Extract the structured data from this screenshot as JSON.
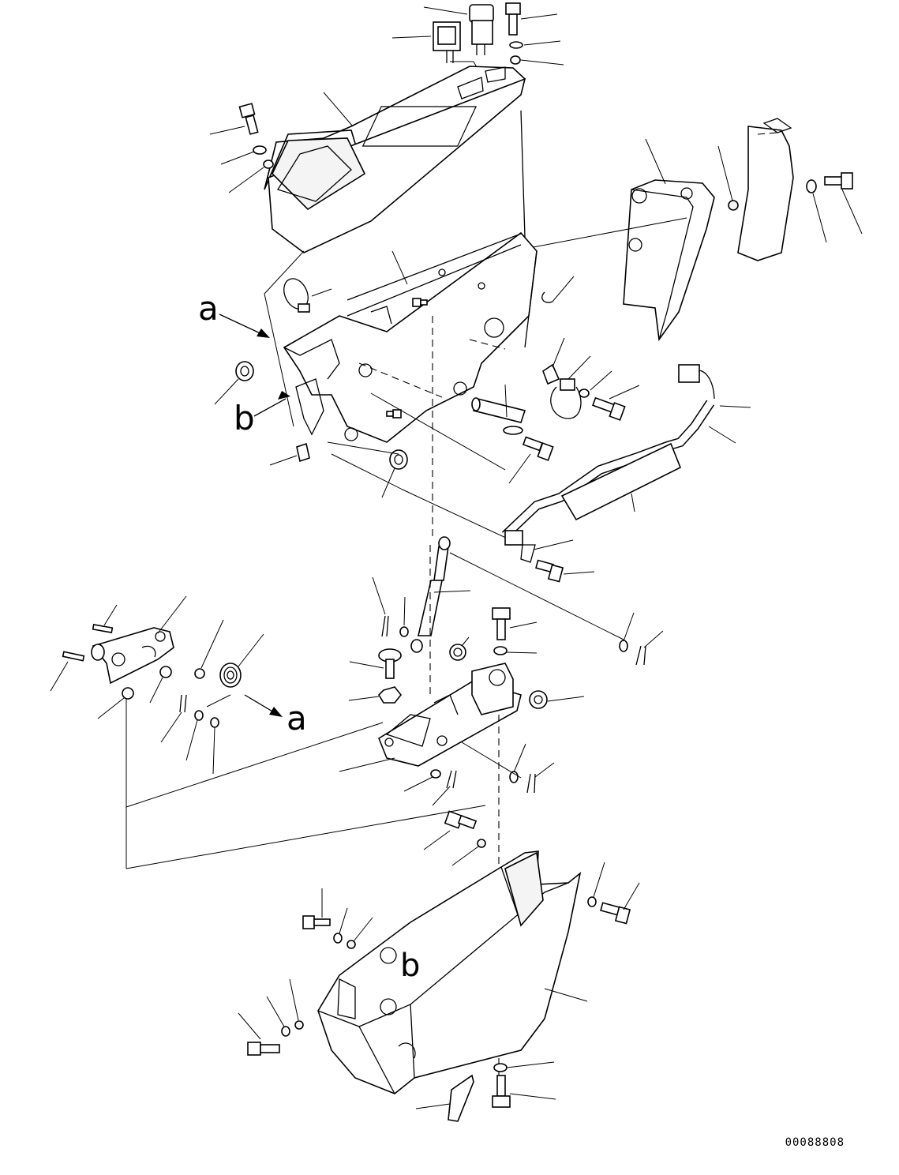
{
  "diagram": {
    "drawing_number": "00088808",
    "view_markers": {
      "a_upper": "a",
      "b_upper": "b",
      "a_lower": "a",
      "b_lower": "b"
    }
  }
}
